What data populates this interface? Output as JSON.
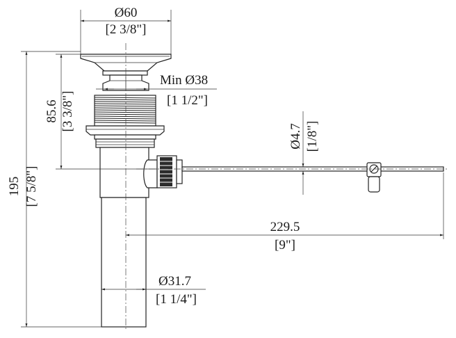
{
  "drawing": {
    "dimensions": {
      "stopper_diameter": {
        "metric": "Ø60",
        "imperial": "[2 3/8\"]"
      },
      "min_hole_diameter": {
        "metric": "Min Ø38",
        "imperial": "[1 1/2\"]"
      },
      "flange_height": {
        "metric": "85.6",
        "imperial": "[3 3/8\"]"
      },
      "overall_height": {
        "metric": "195",
        "imperial": "[7 5/8\"]"
      },
      "rod_diameter": {
        "metric": "Ø4.7",
        "imperial": "[1/8\"]"
      },
      "rod_length": {
        "metric": "229.5",
        "imperial": "[9\"]"
      },
      "tailpiece_diameter": {
        "metric": "Ø31.7",
        "imperial": "[1 1/4\"]"
      }
    },
    "colors": {
      "line": "#222222",
      "background": "#ffffff"
    }
  }
}
